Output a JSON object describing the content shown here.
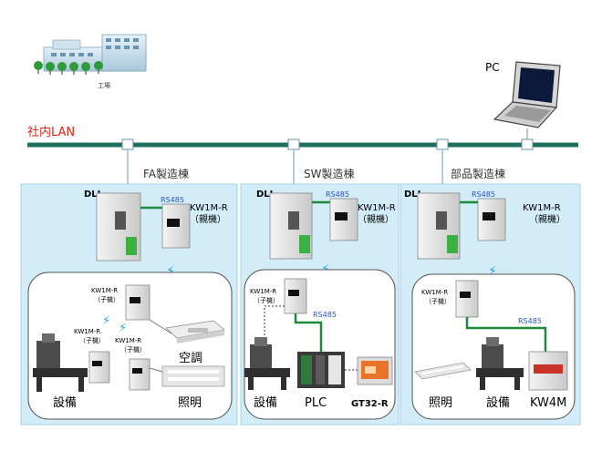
{
  "factory": {
    "label": "工場"
  },
  "pc": {
    "label": "PC"
  },
  "lan": {
    "label": "社内LAN"
  },
  "buildings": [
    {
      "title": "FA製造棟",
      "dll": "DLL",
      "rs485_top": "RS485",
      "parent": "KW1M-R",
      "parent_sub": "（親機）",
      "child_labels": [
        {
          "name": "KW1M-R",
          "sub": "（子機）"
        },
        {
          "name": "KW1M-R",
          "sub": "（子機）"
        },
        {
          "name": "KW1M-R",
          "sub": "（子機）"
        }
      ],
      "devices": [
        "設備",
        "空調",
        "照明"
      ]
    },
    {
      "title": "SW製造棟",
      "dll": "DLL",
      "rs485_top": "RS485",
      "parent": "KW1M-R",
      "parent_sub": "（親機）",
      "child_labels": [
        {
          "name": "KW1M-R",
          "sub": "（子機）"
        }
      ],
      "rs485_inner": "RS485",
      "devices": [
        "設備",
        "PLC",
        "GT32-R"
      ]
    },
    {
      "title": "部品製造棟",
      "dll": "DLL",
      "rs485_top": "RS485",
      "parent": "KW1M-R",
      "parent_sub": "（親機）",
      "child_labels": [
        {
          "name": "KW1M-R",
          "sub": "（子機）"
        }
      ],
      "rs485_inner": "RS485",
      "devices": [
        "照明",
        "設備",
        "KW4M"
      ]
    }
  ]
}
